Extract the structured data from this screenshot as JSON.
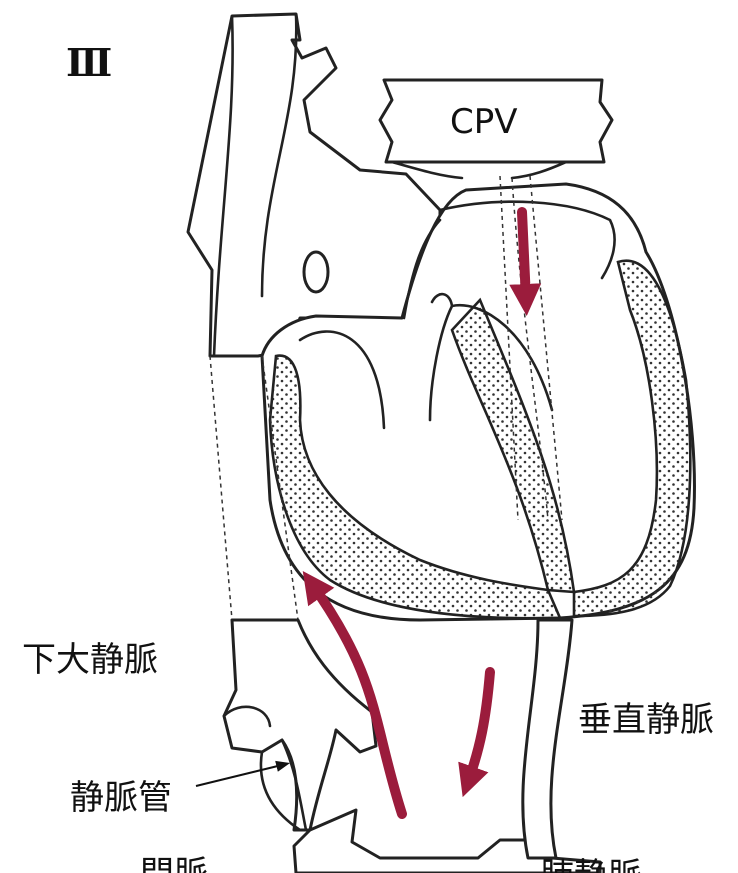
{
  "labels": {
    "panel": "Ⅲ",
    "cpv": "CPV",
    "ivc": "下大静脈",
    "vertical_vein": "垂直静脈",
    "ductus_venosus": "静脈管",
    "portal_partial": "門脈",
    "hepatic_partial": "肺静脈"
  },
  "colors": {
    "flow_arrow": "#9b1c3c",
    "outline": "#222222",
    "background": "#ffffff"
  }
}
